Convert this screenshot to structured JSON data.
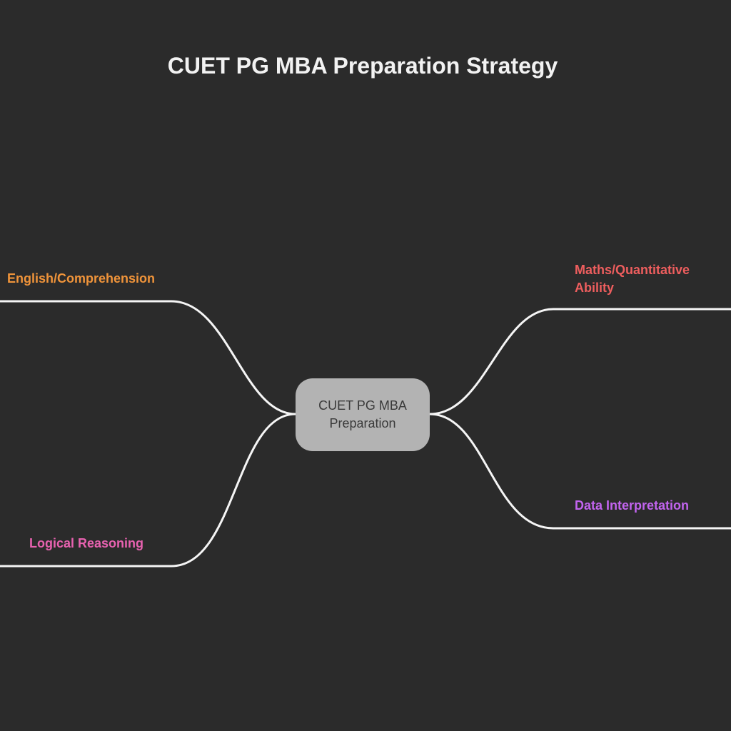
{
  "title": "CUET PG MBA Preparation Strategy",
  "center": {
    "label": "CUET PG MBA Preparation"
  },
  "branches": [
    {
      "label": "English/Comprehension",
      "color": "#f0943a"
    },
    {
      "label": "Maths/Quantitative Ability",
      "color": "#ee5e5e"
    },
    {
      "label": "Logical Reasoning",
      "color": "#e862b0"
    },
    {
      "label": "Data Interpretation",
      "color": "#c264ef"
    }
  ],
  "colors": {
    "background": "#2b2b2b",
    "link": "#f5f5f5",
    "center_fill": "#b3b3b3"
  }
}
